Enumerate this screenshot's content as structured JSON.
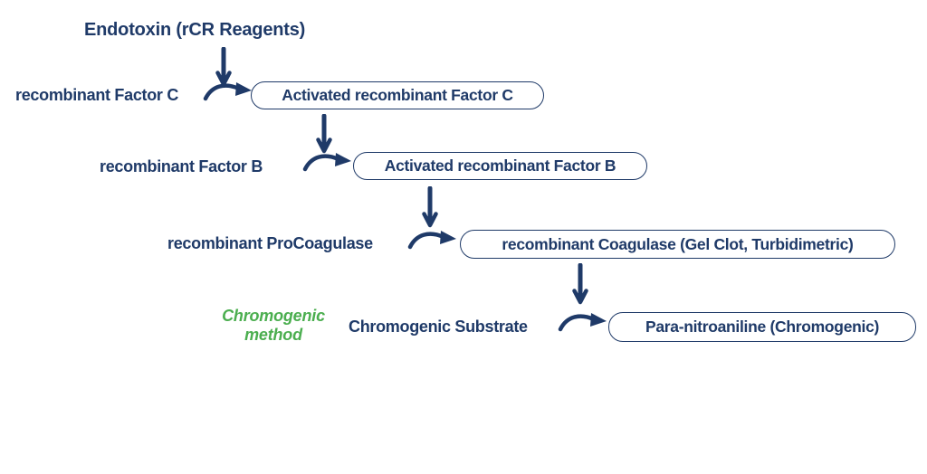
{
  "diagram": {
    "title": "Endotoxin (rCR Reagents)",
    "rows": [
      {
        "label": "recombinant Factor C",
        "box": "Activated recombinant Factor C"
      },
      {
        "label": "recombinant Factor B",
        "box": "Activated recombinant Factor B"
      },
      {
        "label": "recombinant ProCoagulase",
        "box": "recombinant Coagulase (Gel Clot, Turbidimetric)"
      },
      {
        "label": "Chromogenic Substrate",
        "box": "Para-nitroaniline (Chromogenic)"
      }
    ],
    "annotation": {
      "line1": "Chromogenic",
      "line2": "method"
    },
    "colors": {
      "navy": "#1f3a68",
      "green": "#4bae4f",
      "background": "#ffffff"
    },
    "icons": [
      "down-arrow-icon",
      "curved-arrow-icon"
    ]
  }
}
